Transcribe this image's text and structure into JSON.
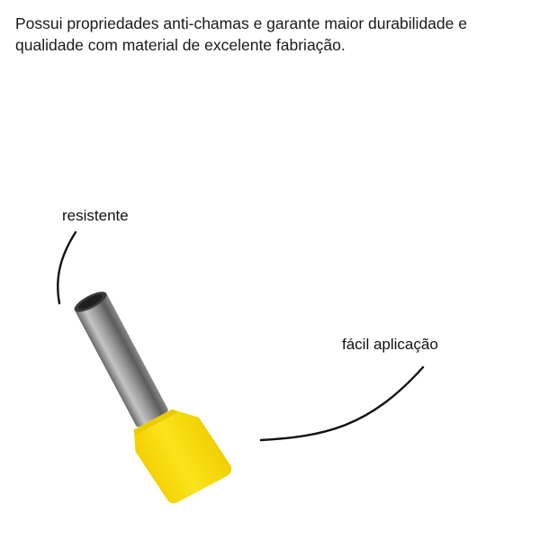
{
  "description": "Possui propriedades anti-chamas e garante maior durabilidade e qualidade com material de excelente fabriação.",
  "callouts": [
    {
      "label": "resistente"
    },
    {
      "label": "fácil aplicação"
    }
  ],
  "product": {
    "name": "ferrule-terminal",
    "colors": {
      "sleeve": "#f7de10",
      "sleeve_shadow": "#e8c800",
      "metal_light": "#b8b8b8",
      "metal_dark": "#5a5a5a"
    }
  }
}
